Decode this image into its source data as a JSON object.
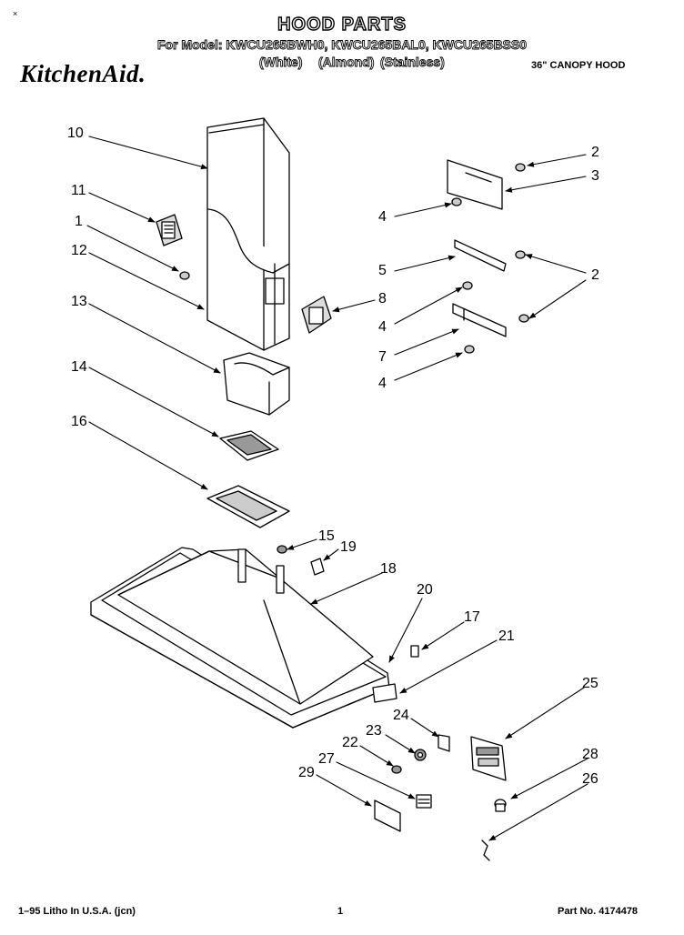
{
  "header": {
    "title": "HOOD PARTS",
    "models_line": "For Model: KWCU265BWH0, KWCU265BAL0, KWCU265BSS0",
    "color_white": "(White)",
    "color_almond": "(Almond)",
    "color_stainless": "(Stainless)",
    "brand": "KitchenAid.",
    "product": "36\" CANOPY HOOD",
    "corner_mark": "×"
  },
  "callouts": [
    "10",
    "11",
    "1",
    "12",
    "13",
    "14",
    "16",
    "2",
    "3",
    "4",
    "5",
    "2",
    "8",
    "4",
    "7",
    "4",
    "15",
    "19",
    "18",
    "20",
    "17",
    "21",
    "25",
    "24",
    "23",
    "22",
    "27",
    "28",
    "29",
    "26"
  ],
  "footer": {
    "litho": "1–95 Litho In U.S.A. (jcn)",
    "page": "1",
    "part_number": "Part No. 4174478"
  }
}
